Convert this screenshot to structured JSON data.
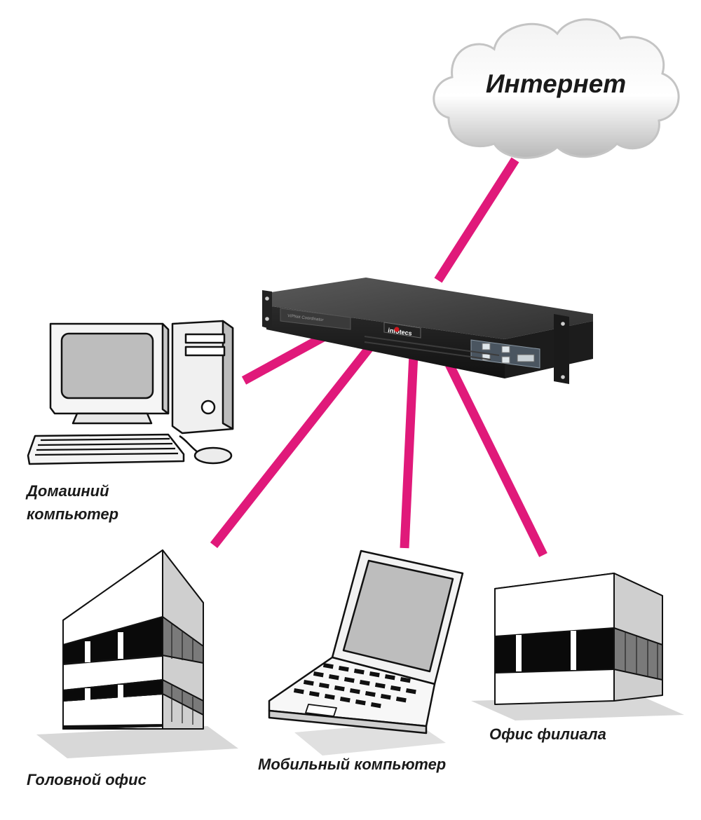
{
  "cloud": {
    "label": "Интернет"
  },
  "device": {
    "brand": "infotecs",
    "front_text": "ViPNet Coordinator"
  },
  "nodes": {
    "home_pc": {
      "label_line1": "Домашний",
      "label_line2": "компьютер"
    },
    "head_office": {
      "label": "Головной офис"
    },
    "laptop": {
      "label": "Мобильный компьютер"
    },
    "branch_office": {
      "label": "Офис филиала"
    }
  },
  "colors": {
    "link": "#e0197a",
    "cloud_edge": "#b0b0b0",
    "window": "#0a0a0a",
    "screen": "#bdbdbd"
  }
}
